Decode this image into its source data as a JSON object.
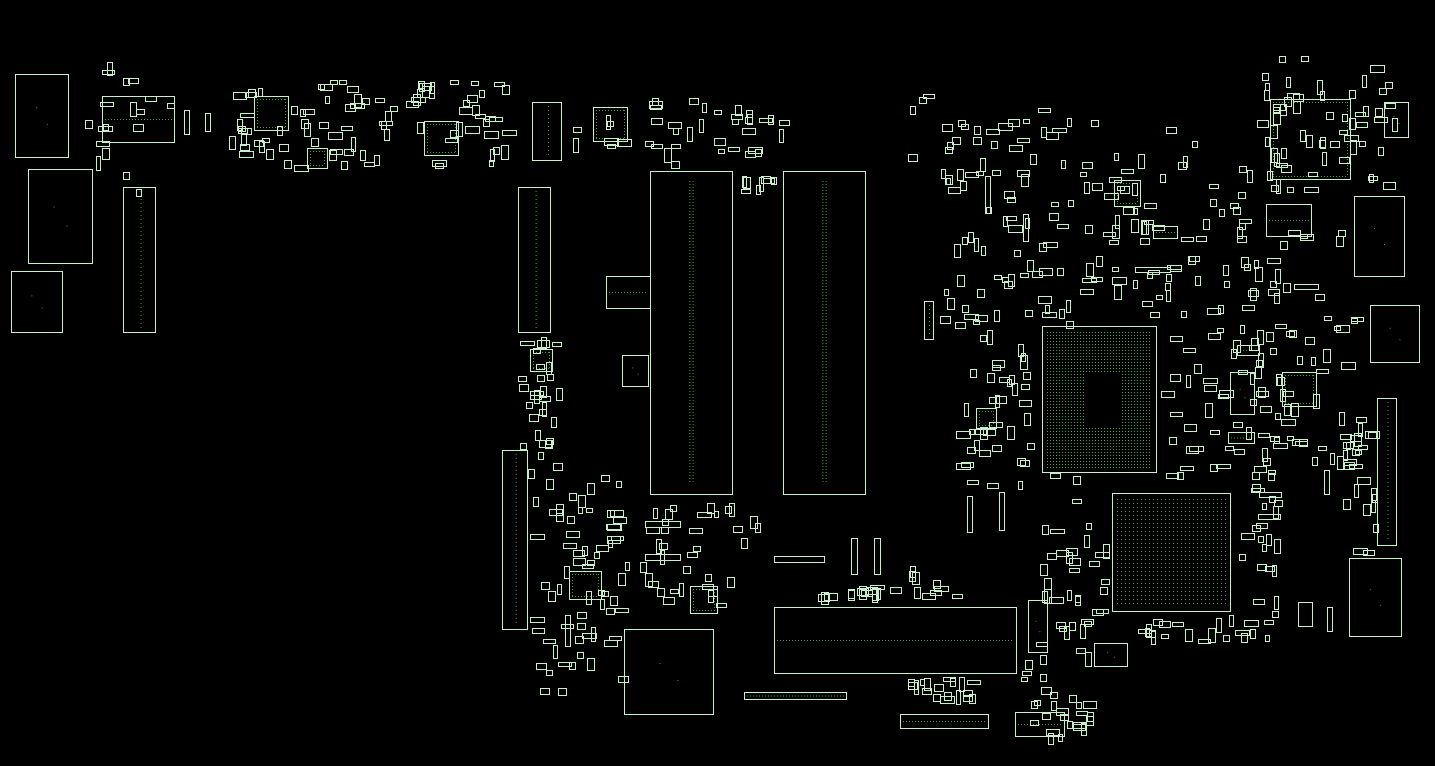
{
  "view": {
    "background": "#000000",
    "outline_color": "#c8f0c8",
    "pad_color": "#3ca03c"
  },
  "components": [
    "connector",
    "ic",
    "bga-chip",
    "memory-slot",
    "smd-resistor",
    "smd-capacitor",
    "ic-array"
  ]
}
